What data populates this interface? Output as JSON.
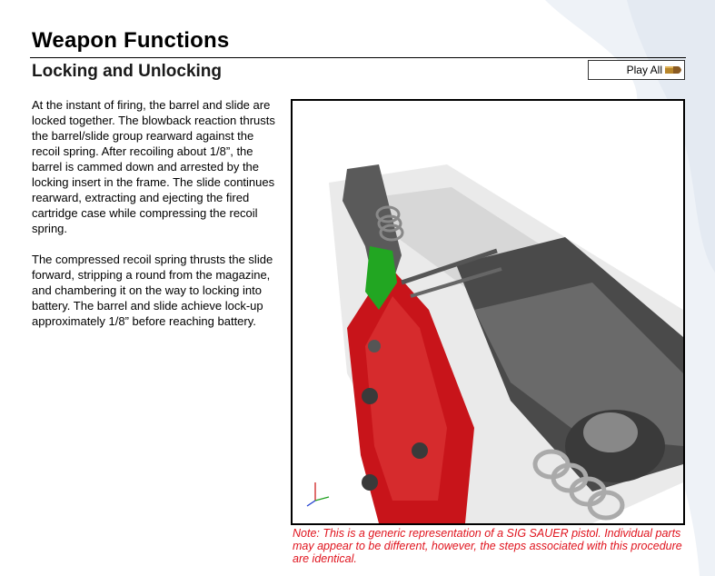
{
  "header": {
    "title": "Weapon Functions",
    "subtitle": "Locking and Unlocking"
  },
  "toolbar": {
    "play_all_label": "Play All",
    "play_all_icon": "cartridge-icon"
  },
  "content": {
    "paragraphs": [
      "At the instant of firing, the barrel and slide are locked together. The blowback reaction thrusts the barrel/slide group rearward against the recoil spring. After recoiling about 1/8”, the barrel is cammed down and arrested by the locking insert in the frame. The slide continues rearward, extracting and ejecting the fired cartridge case while compressing the recoil spring.",
      "The compressed recoil spring thrusts the slide forward, stripping a round from the magazine, and chambering it on the way to locking into battery. The barrel and slide achieve lock-up approximately 1/8” before reaching battery."
    ]
  },
  "viewer": {
    "icon": "pistol-3d-model"
  },
  "note": "Note: This is a generic representation of a SIG SAUER pistol.  Individual parts may appear to be different, however, the steps associated with this procedure are identical.",
  "colors": {
    "note": "#e0141e",
    "frame_red": "#c8141a",
    "part_gray": "#5a5a5a",
    "part_green": "#22a622"
  }
}
